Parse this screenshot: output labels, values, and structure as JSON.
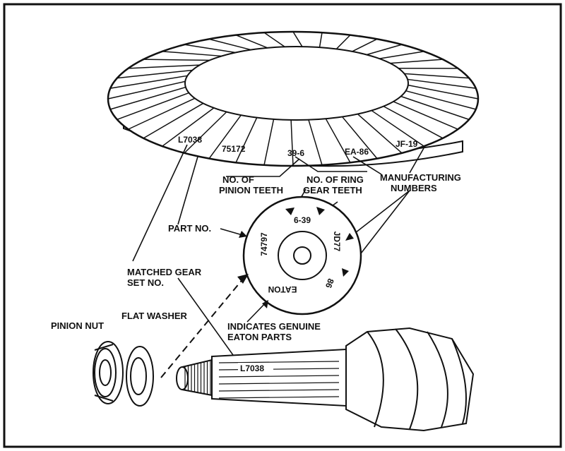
{
  "gear_markings": {
    "set_no": "L7038",
    "part_no": "75172",
    "ratio": "39-6",
    "mfg1": "EA-86",
    "mfg2": "JF-19"
  },
  "callouts": {
    "pinion_teeth_l1": "NO. OF",
    "pinion_teeth_l2": "PINION TEETH",
    "ring_teeth_l1": "NO. OF RING",
    "ring_teeth_l2": "GEAR TEETH",
    "mfg_l1": "MANUFACTURING",
    "mfg_l2": "NUMBERS",
    "part_no": "PART NO.",
    "matched_l1": "MATCHED GEAR",
    "matched_l2": "SET NO.",
    "eaton_l1": "INDICATES GENUINE",
    "eaton_l2": "EATON PARTS",
    "pinion_nut": "PINION NUT",
    "flat_washer": "FLAT WASHER"
  },
  "disc_markings": {
    "ratio": "6-39",
    "part_no": "74797",
    "mfg1": "JD77",
    "mfg2": "86",
    "brand": "EATON"
  },
  "pinion_marking": "L7038"
}
